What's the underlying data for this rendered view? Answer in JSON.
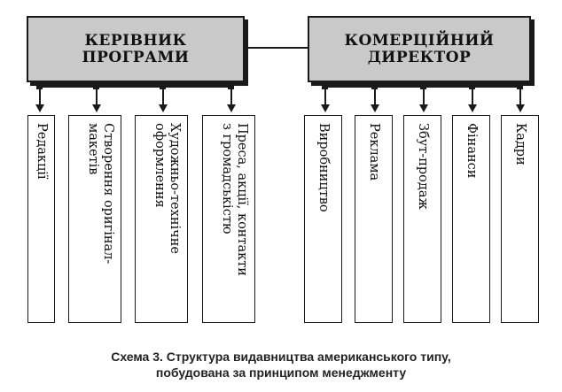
{
  "heads": {
    "left": "КЕРІВНИК\nПРОГРАМИ",
    "right": "КОМЕРЦІЙНИЙ\nДИРЕКТОР"
  },
  "departments": {
    "left": [
      "Редакції",
      "Створення оригінал-\nмакетів",
      "Художньо-технічне\nоформлення",
      "Преса, акції, контакти\nз громадськістю"
    ],
    "right": [
      "Виробництво",
      "Реклама",
      "Збут-продаж",
      "Фінанси",
      "Кадри"
    ]
  },
  "caption": {
    "label": "Схема 3.",
    "line1": "Структура видавництва американського типу,",
    "line2": "побудована за принципом менеджменту"
  }
}
